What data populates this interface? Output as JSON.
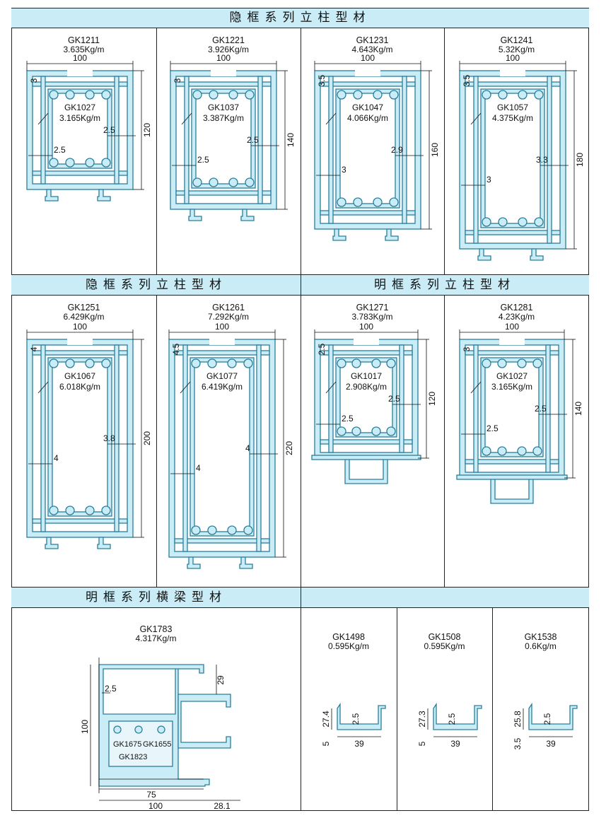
{
  "sections": {
    "hidden_frame_1": "隐框系列立柱型材",
    "hidden_frame_2": "隐框系列立柱型材",
    "exposed_frame": "明框系列立柱型材",
    "exposed_beam": "明框系列横梁型材"
  },
  "profiles": [
    {
      "code": "GK1211",
      "mass": "3.635Kg/m",
      "width": "100",
      "height": "120",
      "t1": "3",
      "t2": "2.5",
      "t3": "2.5",
      "inner_code": "GK1027",
      "inner_mass": "3.165Kg/m"
    },
    {
      "code": "GK1221",
      "mass": "3.926Kg/m",
      "width": "100",
      "height": "140",
      "t1": "3",
      "t2": "2.5",
      "t3": "2.5",
      "inner_code": "GK1037",
      "inner_mass": "3.387Kg/m"
    },
    {
      "code": "GK1231",
      "mass": "4.643Kg/m",
      "width": "100",
      "height": "160",
      "t1": "3.5",
      "t2": "3",
      "t3": "2.9",
      "inner_code": "GK1047",
      "inner_mass": "4.066Kg/m"
    },
    {
      "code": "GK1241",
      "mass": "5.32Kg/m",
      "width": "100",
      "height": "180",
      "t1": "3.5",
      "t2": "3",
      "t3": "3.3",
      "inner_code": "GK1057",
      "inner_mass": "4.375Kg/m"
    },
    {
      "code": "GK1251",
      "mass": "6.429Kg/m",
      "width": "100",
      "height": "200",
      "t1": "4",
      "t2": "4",
      "t3": "3.8",
      "inner_code": "GK1067",
      "inner_mass": "6.018Kg/m"
    },
    {
      "code": "GK1261",
      "mass": "7.292Kg/m",
      "width": "100",
      "height": "220",
      "t1": "4.5",
      "t2": "4",
      "t3": "4",
      "inner_code": "GK1077",
      "inner_mass": "6.419Kg/m"
    },
    {
      "code": "GK1271",
      "mass": "3.783Kg/m",
      "width": "100",
      "height": "120",
      "t1": "2.5",
      "t2": "2.5",
      "t3": "2.5",
      "inner_code": "GK1017",
      "inner_mass": "2.908Kg/m"
    },
    {
      "code": "GK1281",
      "mass": "4.23Kg/m",
      "width": "100",
      "height": "140",
      "t1": "3",
      "t2": "2.5",
      "t3": "2.5",
      "inner_code": "GK1027",
      "inner_mass": "3.165Kg/m"
    }
  ],
  "beam": {
    "code": "GK1783",
    "mass": "4.317Kg/m",
    "dims": {
      "height": "100",
      "top": "29",
      "wall": "2.5",
      "inner_w": "75",
      "width": "100",
      "lip": "28.1"
    },
    "inserts": [
      "GK1675",
      "GK1655",
      "GK1823"
    ]
  },
  "small": [
    {
      "code": "GK1498",
      "mass": "0.595Kg/m",
      "h": "27.4",
      "t": "2.5",
      "w": "39",
      "s": "5"
    },
    {
      "code": "GK1508",
      "mass": "0.595Kg/m",
      "h": "27.3",
      "t": "2.5",
      "w": "39",
      "s": "5"
    },
    {
      "code": "GK1538",
      "mass": "0.6Kg/m",
      "h": "25.8",
      "t": "2.5",
      "w": "39",
      "s": "3.5"
    }
  ],
  "colors": {
    "profile_fill": "#c9ecf7",
    "profile_stroke": "#2a7f9a",
    "band": "#c9ecf7"
  }
}
